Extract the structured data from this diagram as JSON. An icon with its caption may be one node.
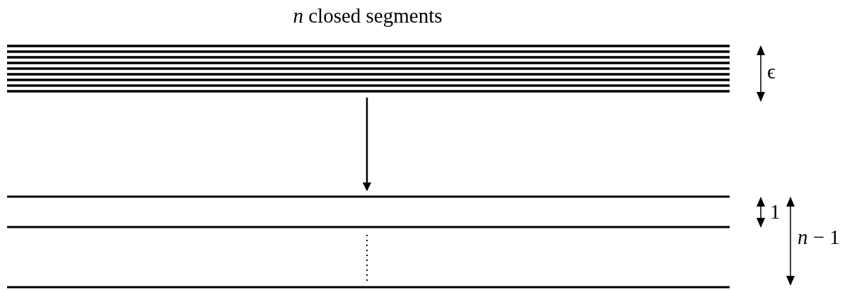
{
  "diagram": {
    "title": "*n* closed segments",
    "nodes": [
      {
        "text": [],
        "shape": "bar"
      },
      {
        "text": [],
        "shape": "bar"
      }
    ],
    "edges": [
      {
        "from": 0,
        "to": 1,
        "arrow": "to"
      }
    ],
    "labels": [
      "ϵ",
      "1",
      "*n* − 1"
    ]
  }
}
